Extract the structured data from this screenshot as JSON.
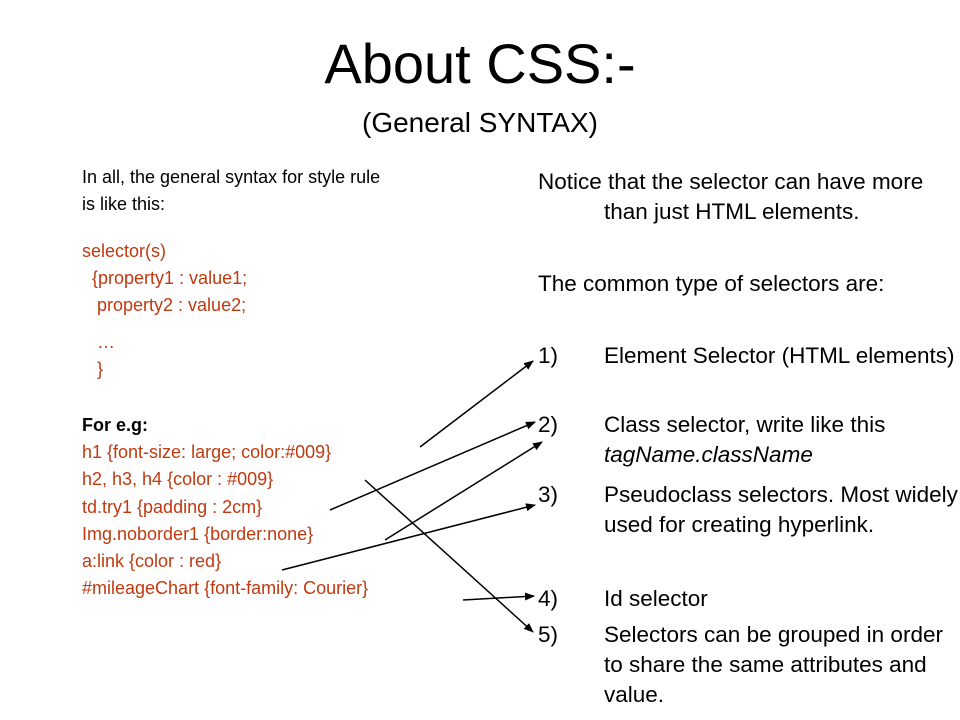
{
  "title": "About CSS:-",
  "subtitle": "(General SYNTAX)",
  "left": {
    "intro": [
      "In all, the general syntax for style rule",
      "is like this:"
    ],
    "syntax": [
      "selector(s)",
      "  {property1 : value1;",
      "   property2 : value2;",
      "",
      "   …",
      "   }"
    ],
    "example_heading": "For e.g:",
    "examples": [
      "h1 {font-size: large; color:#009}",
      "h2, h3, h4 {color : #009}",
      "td.try1 {padding : 2cm}",
      "Img.noborder1 {border:none}",
      "a:link {color : red}",
      "#mileageChart {font-family: Courier}"
    ]
  },
  "right": {
    "para1": "Notice that the selector can have more than just HTML elements.",
    "para2": "The common type of selectors are:",
    "items": [
      {
        "num": "1)",
        "text": "Element Selector (HTML elements)",
        "italic": ""
      },
      {
        "num": "2)",
        "text": "Class selector, write like this ",
        "italic": "tagName.className"
      },
      {
        "num": "3)",
        "text": "Pseudoclass selectors. Most widely used for creating hyperlink.",
        "italic": ""
      },
      {
        "num": "4)",
        "text": "Id selector",
        "italic": ""
      },
      {
        "num": "5)",
        "text": "Selectors can be grouped in order to share the same attributes and value.",
        "italic": ""
      }
    ]
  }
}
